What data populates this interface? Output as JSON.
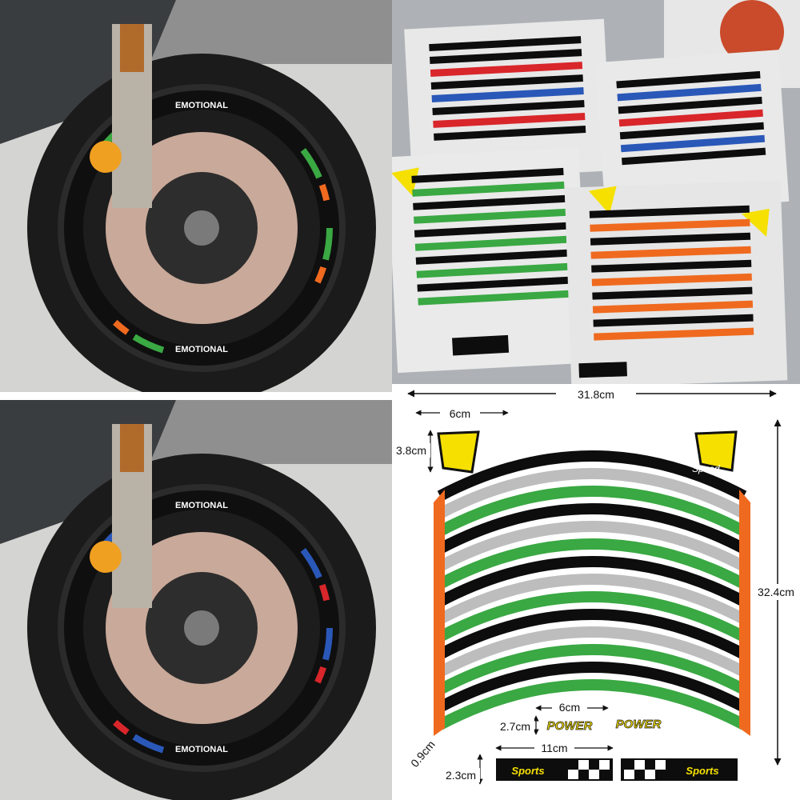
{
  "product": {
    "rim_text": "EMOTIONAL",
    "script_text": "Speed",
    "power_text": "POWER",
    "sports_text": "Sports"
  },
  "dimensions": {
    "total_width": "31.8cm",
    "total_height": "32.4cm",
    "strip_width": "6cm",
    "corner_height": "3.8cm",
    "power_width": "6cm",
    "power_height": "2.7cm",
    "sports_width": "11cm",
    "sports_height": "2.3cm",
    "strip_thickness": "0.9cm"
  },
  "colors": {
    "green": "#3aa843",
    "orange": "#ef6a1f",
    "blue": "#2a58b8",
    "red": "#d8262b",
    "yellow": "#f5e000",
    "black": "#0d0d0d",
    "gray": "#bdbdbd"
  }
}
